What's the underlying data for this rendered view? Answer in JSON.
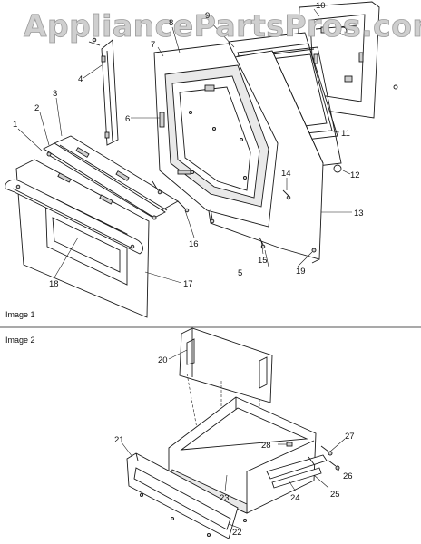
{
  "watermark": "AppliancePartsPros.com",
  "sections": [
    {
      "label": "Image 1"
    },
    {
      "label": "Image 2"
    }
  ],
  "callouts": [
    "1",
    "2",
    "3",
    "4",
    "5",
    "6",
    "7",
    "8",
    "9",
    "10",
    "11",
    "12",
    "13",
    "14",
    "15",
    "16",
    "17",
    "18",
    "19",
    "20",
    "21",
    "22",
    "23",
    "24",
    "25",
    "26",
    "27",
    "28"
  ]
}
